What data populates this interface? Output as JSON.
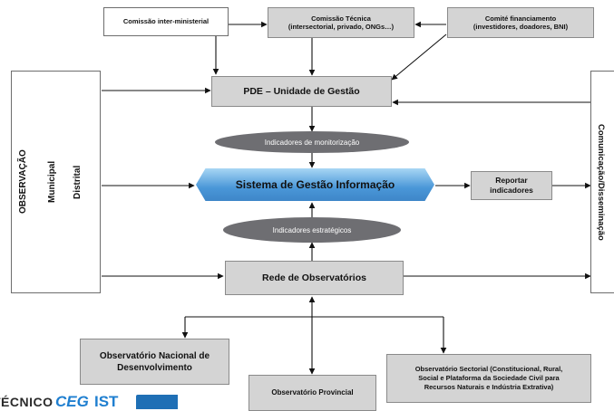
{
  "top": {
    "inter_ministerial": "Comissão inter-ministerial",
    "tecnica_line1": "Comissão Técnica",
    "tecnica_line2": "(intersectorial, privado, ONGs…)",
    "financiamento_line1": "Comité financiamento",
    "financiamento_line2": "(investidores, doadores, BNI)"
  },
  "center": {
    "pde": "PDE – Unidade de Gestão",
    "indicadores_monitorizacao": "Indicadores de monitorização",
    "sistema": "Sistema de Gestão Informação",
    "indicadores_estrategicos": "Indicadores estratégicos",
    "rede": "Rede de Observatórios"
  },
  "report": {
    "line1": "Reportar",
    "line2": "indicadores"
  },
  "left_panel": {
    "col1": "OBSERVAÇÃO",
    "col2": "Municipal",
    "col3": "Distrital"
  },
  "right_panel": {
    "text": "Comunicação/Disseminação"
  },
  "observatories": {
    "nacional_line1": "Observatório Nacional de",
    "nacional_line2": "Desenvolvimento",
    "provincial": "Observatório Provincial",
    "sectorial_line1": "Observatório Sectorial (Constitucional, Rural,",
    "sectorial_line2": "Social e Plataforma da Sociedade Civil para",
    "sectorial_line3": "Recursos Naturais e Indústria Extrativa)"
  },
  "logos": {
    "tecnico": "TÉCNICO",
    "ceg": "CEG",
    "ist": "IST"
  },
  "colors": {
    "box_fill": "#d4d4d4",
    "ellipse_fill": "#6e6e72",
    "arrow_blue": "#4a97d8",
    "ceg_blue": "#1f7fd0"
  }
}
